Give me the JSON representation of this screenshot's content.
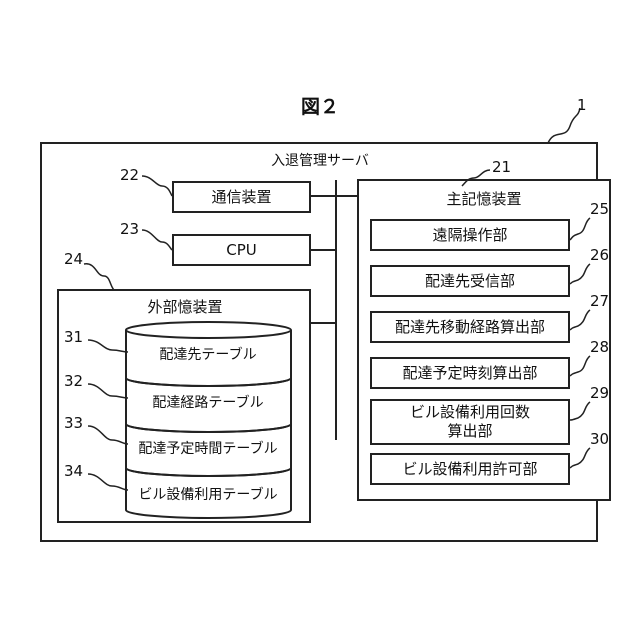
{
  "figure_title": "図２",
  "server": {
    "ref": "1",
    "label": "入退管理サーバ"
  },
  "comm": {
    "ref": "22",
    "label": "通信装置"
  },
  "cpu": {
    "ref": "23",
    "label": "CPU"
  },
  "external": {
    "ref": "24",
    "label": "外部憶装置",
    "tables": [
      {
        "ref": "31",
        "label": "配達先テーブル"
      },
      {
        "ref": "32",
        "label": "配達経路テーブル"
      },
      {
        "ref": "33",
        "label": "配達予定時間テーブル"
      },
      {
        "ref": "34",
        "label": "ビル設備利用テーブル"
      }
    ]
  },
  "main_memory": {
    "ref": "21",
    "label": "主記憶装置",
    "units": [
      {
        "ref": "25",
        "label": "遠隔操作部"
      },
      {
        "ref": "26",
        "label": "配達先受信部"
      },
      {
        "ref": "27",
        "label": "配達先移動経路算出部"
      },
      {
        "ref": "28",
        "label": "配達予定時刻算出部"
      },
      {
        "ref": "29",
        "label_line1": "ビル設備利用回数",
        "label_line2": "算出部"
      },
      {
        "ref": "30",
        "label": "ビル設備利用許可部"
      }
    ]
  }
}
